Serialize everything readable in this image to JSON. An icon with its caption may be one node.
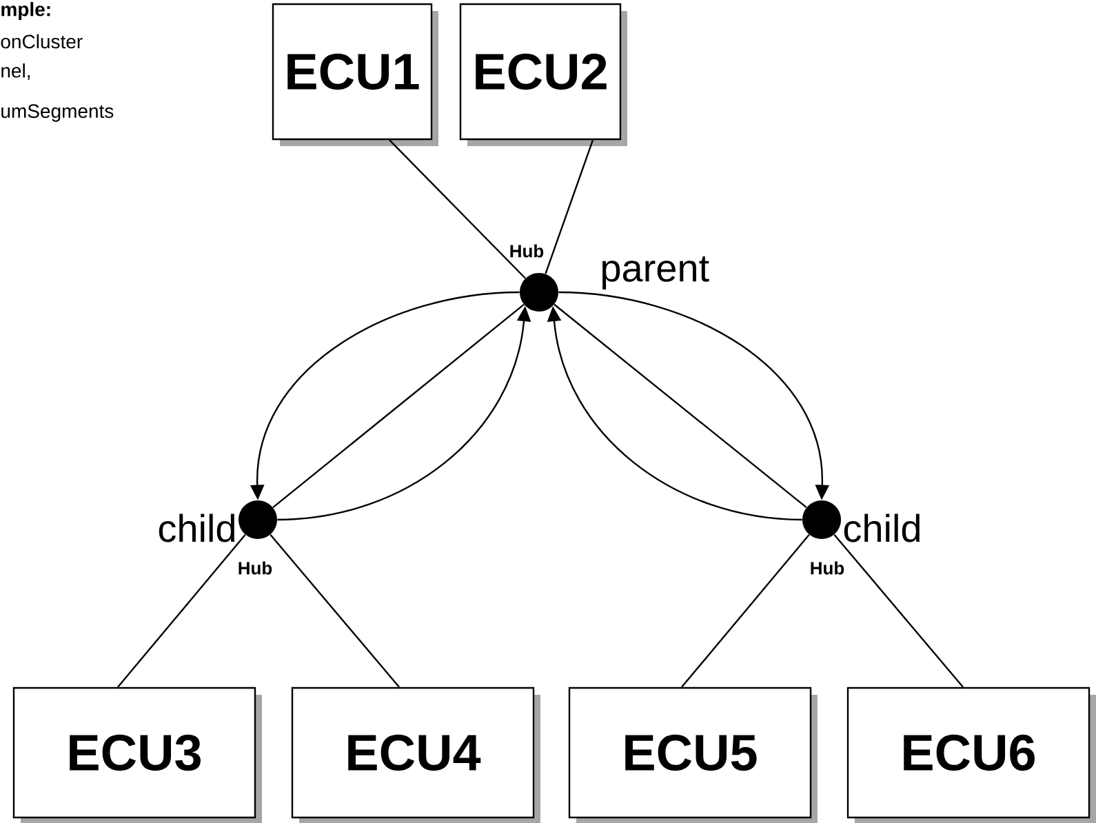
{
  "diagram": {
    "nodes": [
      {
        "text": [
          "ECU1"
        ]
      },
      {
        "text": [
          "ECU2"
        ]
      },
      {
        "text": [],
        "shape": "circle",
        "beside": [
          "Hub",
          "parent"
        ]
      },
      {
        "text": [],
        "shape": "circle",
        "beside": [
          "child",
          "Hub"
        ]
      },
      {
        "text": [],
        "shape": "circle",
        "beside": [
          "child",
          "Hub"
        ]
      },
      {
        "text": [
          "ECU3"
        ]
      },
      {
        "text": [
          "ECU4"
        ]
      },
      {
        "text": [
          "ECU5"
        ]
      },
      {
        "text": [
          "ECU6"
        ]
      }
    ],
    "edges": [
      {
        "from": 0,
        "to": 2,
        "arrow": "none"
      },
      {
        "from": 1,
        "to": 2,
        "arrow": "none"
      },
      {
        "from": 2,
        "to": 3,
        "arrow": "to"
      },
      {
        "from": 3,
        "to": 2,
        "arrow": "none"
      },
      {
        "from": 3,
        "to": 2,
        "arrow": "to"
      },
      {
        "from": 2,
        "to": 4,
        "arrow": "to"
      },
      {
        "from": 4,
        "to": 2,
        "arrow": "none"
      },
      {
        "from": 4,
        "to": 2,
        "arrow": "to"
      },
      {
        "from": 3,
        "to": 5,
        "arrow": "none"
      },
      {
        "from": 3,
        "to": 6,
        "arrow": "none"
      },
      {
        "from": 4,
        "to": 7,
        "arrow": "none"
      },
      {
        "from": 4,
        "to": 8,
        "arrow": "none"
      }
    ],
    "labels": [
      "**mple:**",
      "onCluster",
      "nel,",
      "umSegments"
    ]
  }
}
